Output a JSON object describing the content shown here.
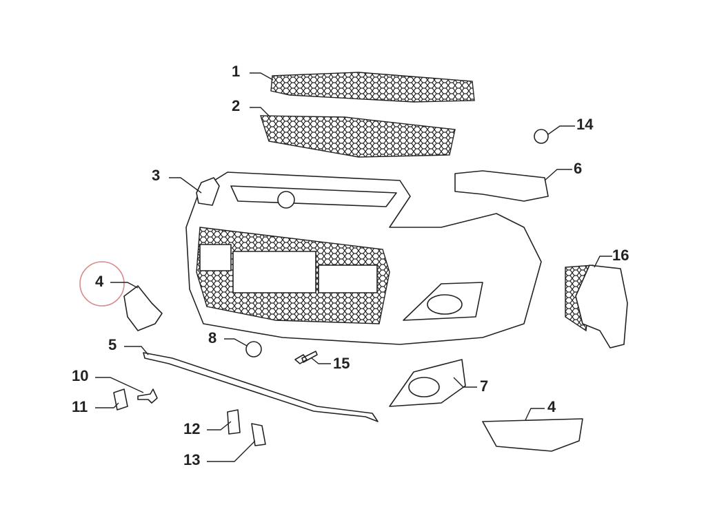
{
  "diagram": {
    "callouts": [
      {
        "id": "c1",
        "label": "1"
      },
      {
        "id": "c2",
        "label": "2"
      },
      {
        "id": "c3",
        "label": "3"
      },
      {
        "id": "c4a",
        "label": "4",
        "highlighted": true
      },
      {
        "id": "c5",
        "label": "5"
      },
      {
        "id": "c6",
        "label": "6"
      },
      {
        "id": "c7",
        "label": "7"
      },
      {
        "id": "c8",
        "label": "8"
      },
      {
        "id": "c10",
        "label": "10"
      },
      {
        "id": "c11",
        "label": "11"
      },
      {
        "id": "c12",
        "label": "12"
      },
      {
        "id": "c13",
        "label": "13"
      },
      {
        "id": "c14",
        "label": "14"
      },
      {
        "id": "c15",
        "label": "15"
      },
      {
        "id": "c16",
        "label": "16"
      },
      {
        "id": "c4b",
        "label": "4"
      }
    ],
    "highlight_color": "#d98c8c"
  }
}
